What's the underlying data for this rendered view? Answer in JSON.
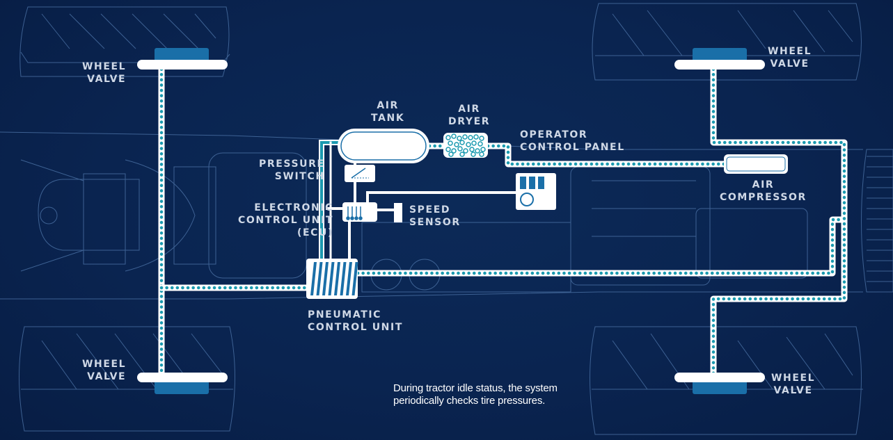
{
  "diagram": {
    "title": "Central Tire Inflation System",
    "colors": {
      "background": "#0a2450",
      "blueprint_line": "#5f86b8",
      "air_line_dots": "#1b9ab0",
      "component_fill": "#ffffff",
      "wheel_hub": "#1a6fa8",
      "label_text": "#cfd8e6"
    },
    "components": {
      "wheel_valve_front_left": "WHEEL\nVALVE",
      "wheel_valve_rear_left": "WHEEL\nVALVE",
      "wheel_valve_front_right": "WHEEL\nVALVE",
      "wheel_valve_rear_right": "WHEEL\nVALVE",
      "air_tank": "AIR\nTANK",
      "air_dryer": "AIR\nDRYER",
      "operator_control_panel": "OPERATOR\nCONTROL PANEL",
      "pressure_switch": "PRESSURE\nSWITCH",
      "ecu": "ELECTRONIC\nCONTROL UNIT\n(ECU)",
      "speed_sensor": "SPEED\nSENSOR",
      "air_compressor": "AIR\nCOMPRESSOR",
      "pneumatic_control_unit": "PNEUMATIC\nCONTROL UNIT"
    },
    "caption": "During tractor idle status, the system\nperiodically checks tire pressures."
  }
}
